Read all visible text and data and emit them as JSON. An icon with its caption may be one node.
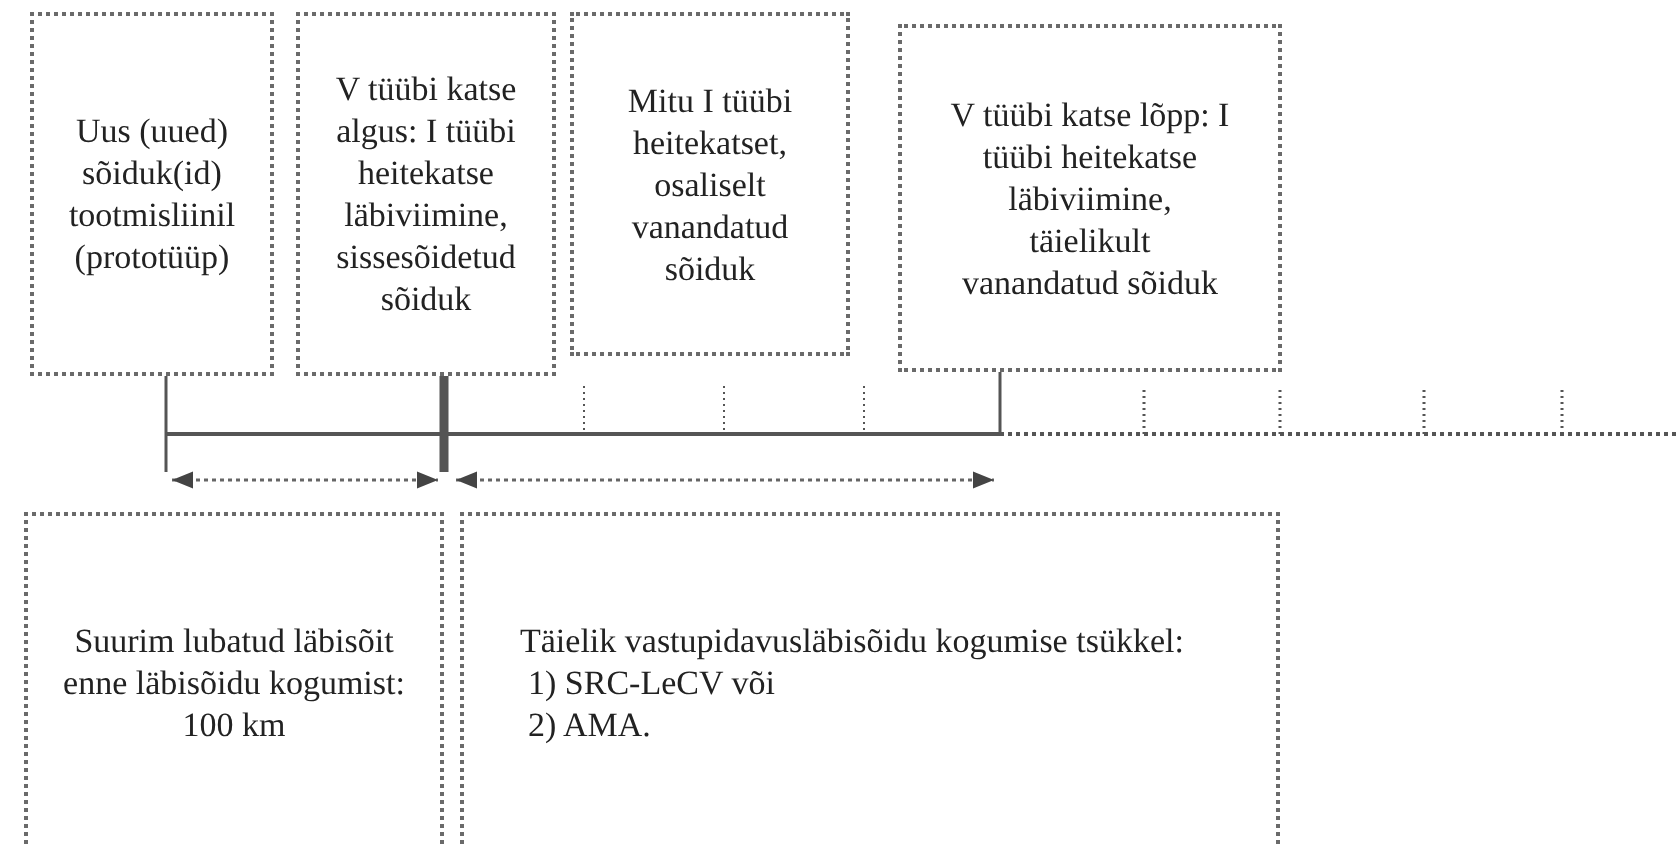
{
  "diagram": {
    "nodes": [
      {
        "text": [
          "Uus (uued) sõiduk(id) tootmisliinil (prototüüp)"
        ]
      },
      {
        "text": [
          "V tüübi katse algus: I tüübi heitekatse läbiviimine, sissesõidetud sõiduk"
        ]
      },
      {
        "text": [
          "Mitu I tüübi heitekatset, osaliselt vanandatud sõiduk"
        ]
      },
      {
        "text": [
          "V tüübi katse lõpp: I tüübi heitekatse läbiviimine, täielikult vanandatud sõiduk"
        ]
      },
      {
        "text": [
          "Suurim lubatud läbisõit enne läbisõidu kogumist: 100 km"
        ]
      },
      {
        "text": [
          "Täielik vastupidavusläbisõidu kogumise tsükkel:",
          "1) SRC-LeCV või",
          "2) AMA."
        ]
      }
    ],
    "edges": [
      {
        "from": 0,
        "to": null,
        "arrow": "none"
      },
      {
        "from": 1,
        "to": null,
        "arrow": "none",
        "style": "thick"
      },
      {
        "from": 3,
        "to": null,
        "arrow": "none"
      }
    ]
  }
}
